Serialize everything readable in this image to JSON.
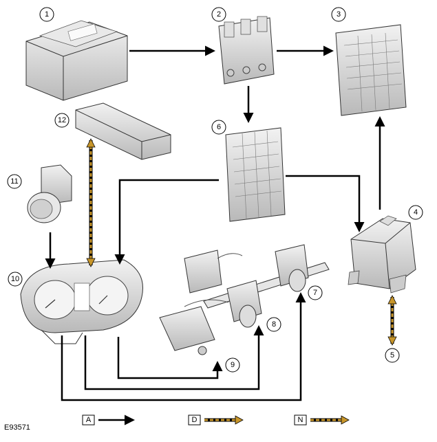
{
  "figure_code": "E93571",
  "callouts": [
    "1",
    "2",
    "3",
    "4",
    "5",
    "6",
    "7",
    "8",
    "9",
    "10",
    "11",
    "12"
  ],
  "legend": [
    {
      "letter": "A",
      "style": "solid-black"
    },
    {
      "letter": "D",
      "style": "dashed-yellow"
    },
    {
      "letter": "N",
      "style": "dashed-yellow"
    }
  ],
  "colors": {
    "wire_solid": "#000000",
    "wire_dashed_fill": "#c8962a",
    "component_fill": "#dcdcdc",
    "component_stroke": "#333333"
  }
}
